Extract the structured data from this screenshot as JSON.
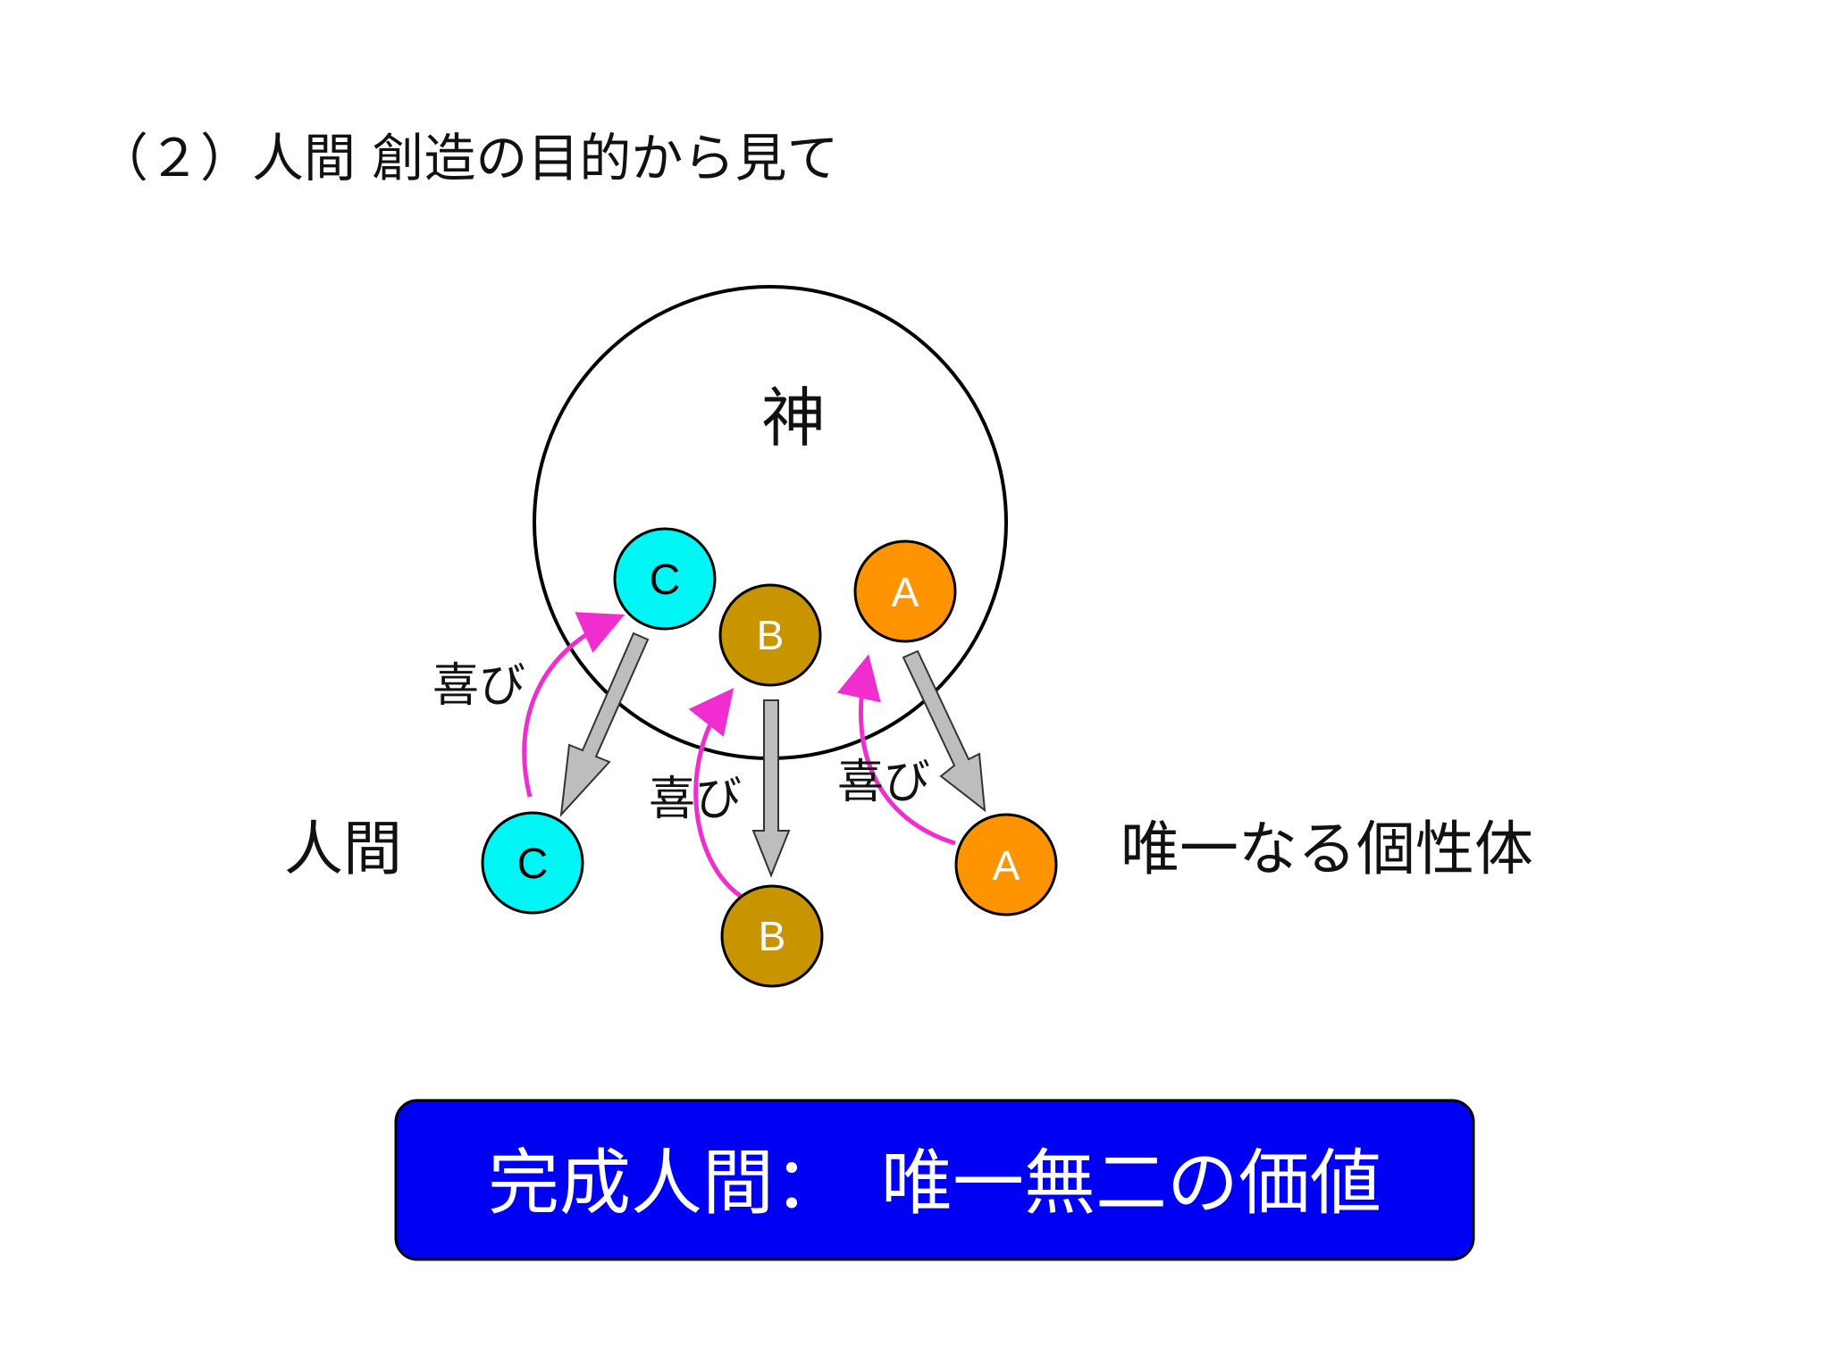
{
  "title": "（２）人間 創造の目的から見て",
  "god_label": "神",
  "human_label": "人間",
  "individual_label": "唯一なる個性体",
  "joy_label": "喜び",
  "nodes": {
    "c_upper": "C",
    "b_upper": "B",
    "a_upper": "A",
    "c_lower": "C",
    "b_lower": "B",
    "a_lower": "A"
  },
  "banner": "完成人間：　唯一無二の価値",
  "colors": {
    "c_fill": "#00F5F5",
    "b_fill": "#C89400",
    "a_fill": "#FF9400",
    "joy_arrow": "#F02ED0",
    "down_arrow_fill": "#BDBDBD",
    "banner_fill": "#0000F2",
    "outline": "#000000"
  }
}
